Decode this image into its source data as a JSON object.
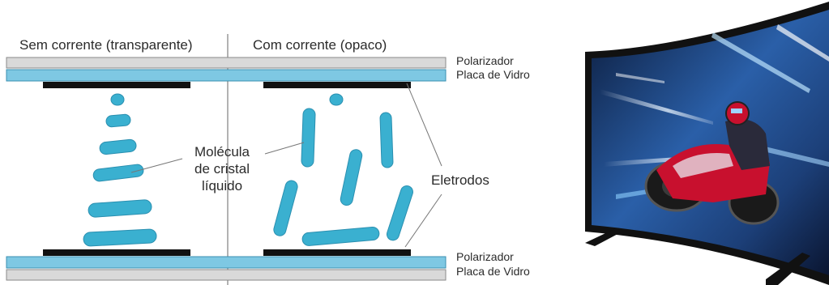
{
  "diagram": {
    "left_panel_title": "Sem corrente (transparente)",
    "right_panel_title": "Com corrente (opaco)",
    "top_layers": {
      "polarizer": "Polarizador",
      "glass": "Placa de Vidro"
    },
    "bottom_layers": {
      "polarizer": "Polarizador",
      "glass": "Placa de Vidro"
    },
    "molecule_label": [
      "Molécula",
      "de cristal",
      "líquido"
    ],
    "electrodes_label": "Eletrodos",
    "colors": {
      "glass": "#7ec8e3",
      "glass_border": "#3a8fb0",
      "polarizer": "#d9d9d9",
      "electrode": "#111111",
      "molecule": "#3ab0d0",
      "molecule_border": "#2a8fb0"
    }
  },
  "photo": {
    "subject": "curved-tv-showing-motorcycle-rider",
    "colors": {
      "screen_blue": "#1f4f8f",
      "bike_red": "#c8102e",
      "frame": "#111111"
    }
  }
}
